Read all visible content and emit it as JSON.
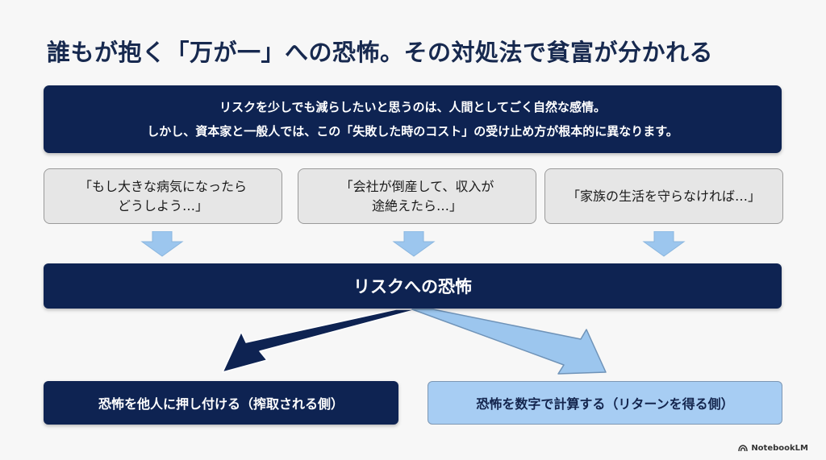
{
  "slide": {
    "title": "誰もが抱く「万が一」への恐怖。その対処法で貧富が分かれる",
    "intro": {
      "line1": "リスクを少しでも減らしたいと思うのは、人間としてごく自然な感情。",
      "line2": "しかし、資本家と一般人では、この「失敗した時のコスト」の受け止め方が根本的に異なります。"
    },
    "worries": [
      {
        "line1": "「もし大きな病気になったら",
        "line2": "どうしよう…」"
      },
      {
        "line1": "「会社が倒産して、収入が",
        "line2": "途絶えたら…」"
      },
      {
        "line1": "「家族の生活を守らなければ…」",
        "line2": ""
      }
    ],
    "central": "リスクへの恐怖",
    "outcomes": {
      "left": "恐怖を他人に押し付ける（搾取される側）",
      "right": "恐怖を数字で計算する（リターンを得る側）"
    },
    "brand": "NotebookLM"
  },
  "colors": {
    "navy": "#0e2352",
    "light_blue": "#a7cdf3",
    "arrow_blue": "#9cc6ee",
    "card_gray": "#e6e6e6"
  }
}
